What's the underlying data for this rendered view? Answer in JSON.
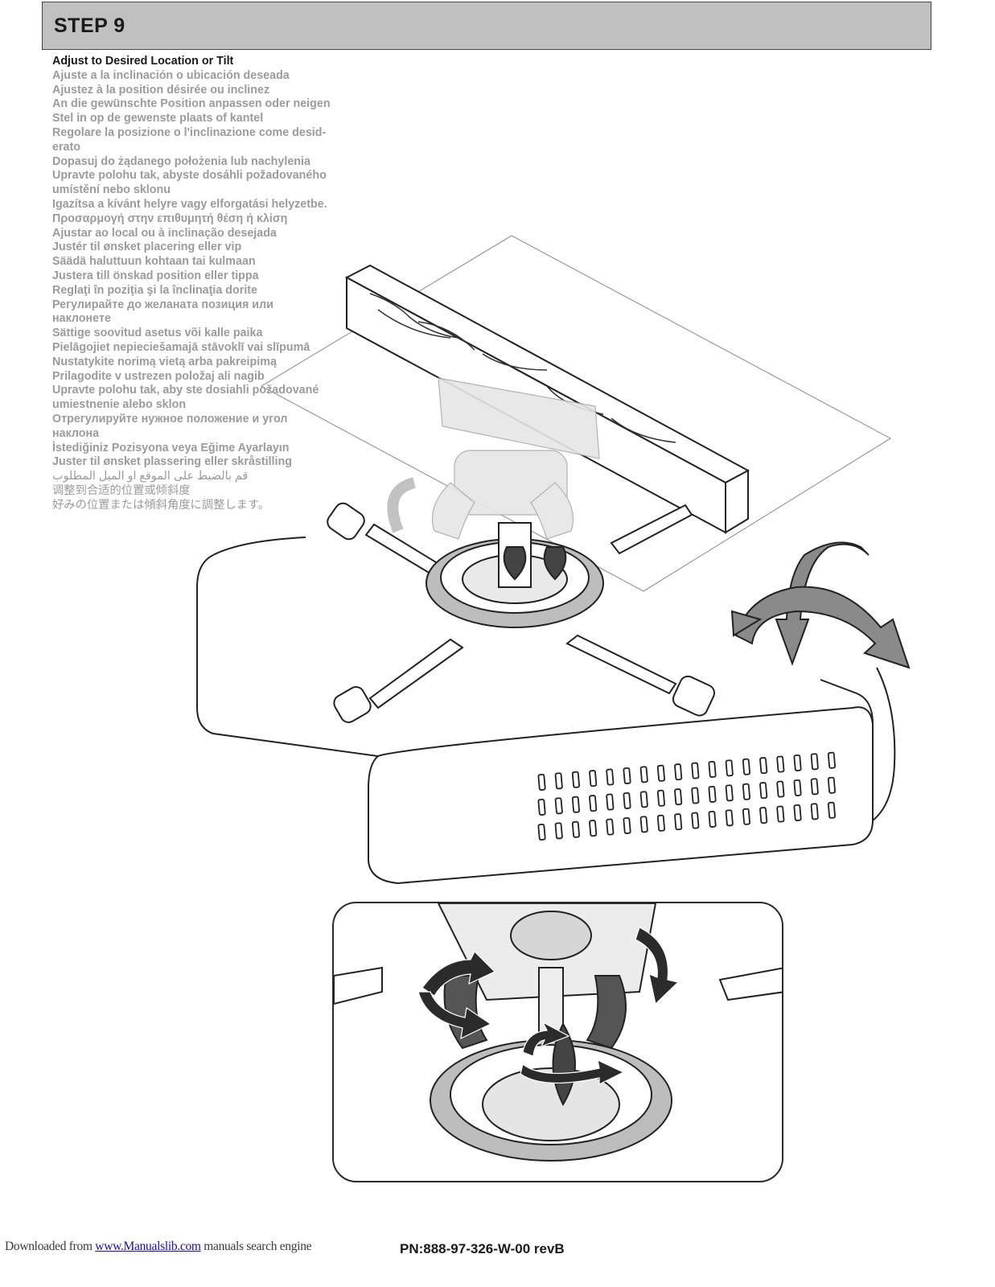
{
  "header": {
    "step": "STEP 9"
  },
  "instructions": [
    "Adjust to Desired Location or Tilt",
    "Ajuste a la inclinación o ubicación deseada",
    "Ajustez à la position désirée ou inclinez",
    "An die gewünschte Position anpassen oder neigen",
    "Stel in op de gewenste plaats of kantel",
    "Regolare la posizione o l'inclinazione come desid-",
    "erato",
    "Dopasuj do żądanego położenia lub nachylenia",
    "Upravte polohu tak, abyste dosáhli požadovaného",
    "umístění nebo sklonu",
    "Igazítsa a kívánt helyre vagy elforgatási helyzetbe.",
    "Προσαρμογή στην επιθυμητή θέση ή κλίση",
    "Ajustar ao local ou à inclinação  desejada",
    "Justér til ønsket placering eller vip",
    "Säädä haluttuun kohtaan tai kulmaan",
    "Justera till önskad position eller tippa",
    "Reglaţi în poziţia şi la înclinaţia dorite",
    "Регулирайте до желаната позиция или",
    "наклонете",
    "Sättige soovitud asetus või kalle paika",
    "Pielāgojiet nepieciešamajā stāvoklī vai slīpumā",
    "Nustatykite norimą vietą arba pakreipimą",
    "Prilagodite v ustrezen položaj ali nagib",
    "Upravte polohu tak, aby ste dosiahli požadované",
    "umiestnenie alebo sklon",
    "Отрегулируйте нужное положение и угол",
    "наклона",
    "İstediğiniz Pozisyona veya Eğime Ayarlayın",
    "Juster til ønsket plassering eller skråstilling",
    "قم بالضبط على الموقع او الميل المطلوب",
    "调整到合适的位置或倾斜度",
    "好みの位置または傾斜角度に調整します。"
  ],
  "footer": {
    "downloaded_prefix": "Downloaded from",
    "link_text": "www.Manualslib.com",
    "suffix": " manuals search engine",
    "part_number": "PN:888-97-326-W-00 revB"
  },
  "colors": {
    "header_bg": "#c0c0c0",
    "arrow_gray": "#8a8a8a",
    "arrow_dark": "#2b2b2b"
  }
}
